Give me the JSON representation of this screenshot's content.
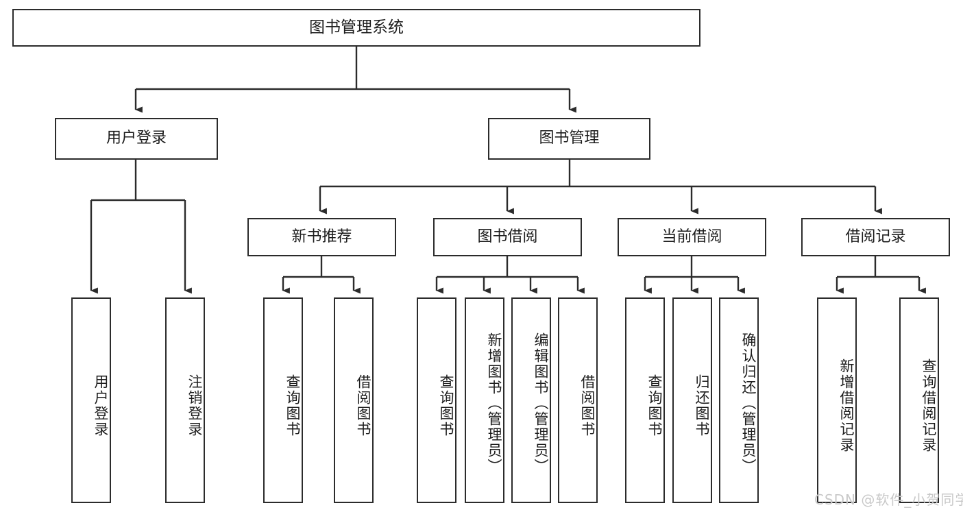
{
  "diagram": {
    "title": "图书管理系统",
    "watermark": "CSDN @软件_小贺同学",
    "levels": {
      "level1": {
        "label": "图书管理系统"
      },
      "level2": [
        {
          "label": "用户登录"
        },
        {
          "label": "图书管理"
        }
      ],
      "level3": [
        {
          "label": "新书推荐"
        },
        {
          "label": "图书借阅"
        },
        {
          "label": "当前借阅"
        },
        {
          "label": "借阅记录"
        }
      ],
      "level4": [
        {
          "label": "用户登录"
        },
        {
          "label": "注销登录"
        },
        {
          "label": "查询图书"
        },
        {
          "label": "借阅图书"
        },
        {
          "label": "查询图书"
        },
        {
          "label": "新增图书（管理员）"
        },
        {
          "label": "编辑图书（管理员）"
        },
        {
          "label": "借阅图书"
        },
        {
          "label": "查询图书"
        },
        {
          "label": "归还图书"
        },
        {
          "label": "确认归还（管理员）"
        },
        {
          "label": "新增借阅记录"
        },
        {
          "label": "查询借阅记录"
        }
      ]
    },
    "colors": {
      "stroke": "#2b2b2b",
      "fill": "#ffffff",
      "text": "#1c1c1c",
      "watermark": "#c9c9c9"
    }
  }
}
